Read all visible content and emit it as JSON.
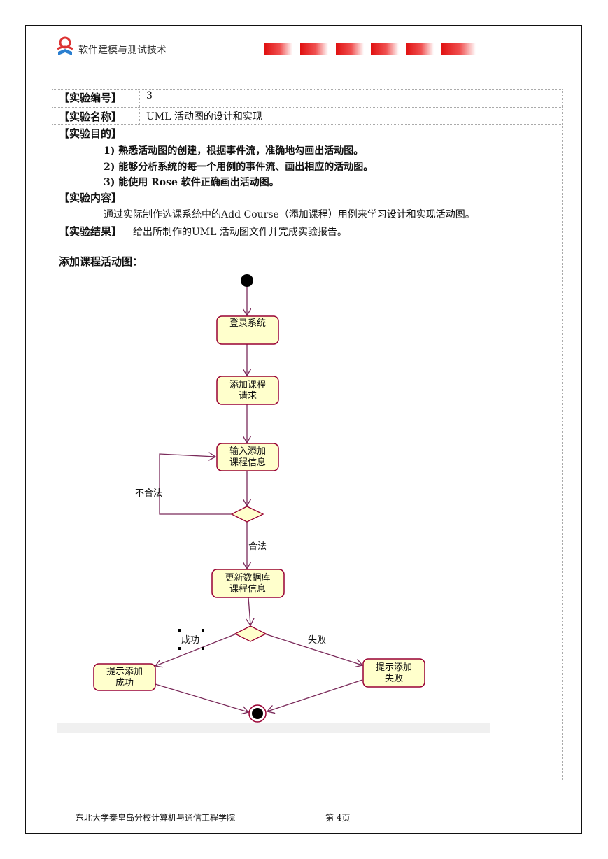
{
  "header": {
    "title": "软件建模与测试技术",
    "bar_color": "#e01010"
  },
  "info": {
    "number_label": "【实验编号】",
    "number_value": "3",
    "name_label": "【实验名称】",
    "name_value": "UML 活动图的设计和实现",
    "purpose_label": "【实验目的】",
    "purpose_items": [
      "1) 熟悉活动图的创建，根据事件流，准确地勾画出活动图。",
      "2) 能够分析系统的每一个用例的事件流、画出相应的活动图。",
      "3) 能使用 Rose 软件正确画出活动图。"
    ],
    "content_label": "【实验内容】",
    "content_text": "通过实际制作选课系统中的Add Course（添加课程）用例来学习设计和实现活动图。",
    "result_label": "【实验结果】",
    "result_text": "给出所制作的UML 活动图文件并完成实验报告。"
  },
  "diagram": {
    "caption": "添加课程活动图：",
    "activities": {
      "login": "登录系统",
      "add_req_1": "添加课程",
      "add_req_2": "请求",
      "input_1": "输入添加",
      "input_2": "课程信息",
      "update_1": "更新数据库",
      "update_2": "课程信息",
      "succ_1": "提示添加",
      "succ_2": "成功",
      "fail_1": "提示添加",
      "fail_2": "失败"
    },
    "guards": {
      "invalid": "不合法",
      "valid": "合法",
      "success": "成功",
      "failure": "失败"
    },
    "activity_fill": "#ffffcc",
    "activity_border": "#990033"
  },
  "footer": {
    "school": "东北大学秦皇岛分校计算机与通信工程学院",
    "page": "第 4页"
  }
}
